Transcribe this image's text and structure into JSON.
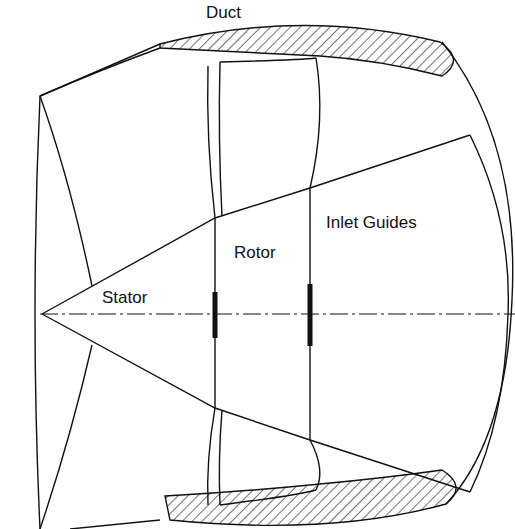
{
  "diagram": {
    "labels": [
      "Duct",
      "Stator",
      "Rotor",
      "Inlet Guides"
    ]
  }
}
